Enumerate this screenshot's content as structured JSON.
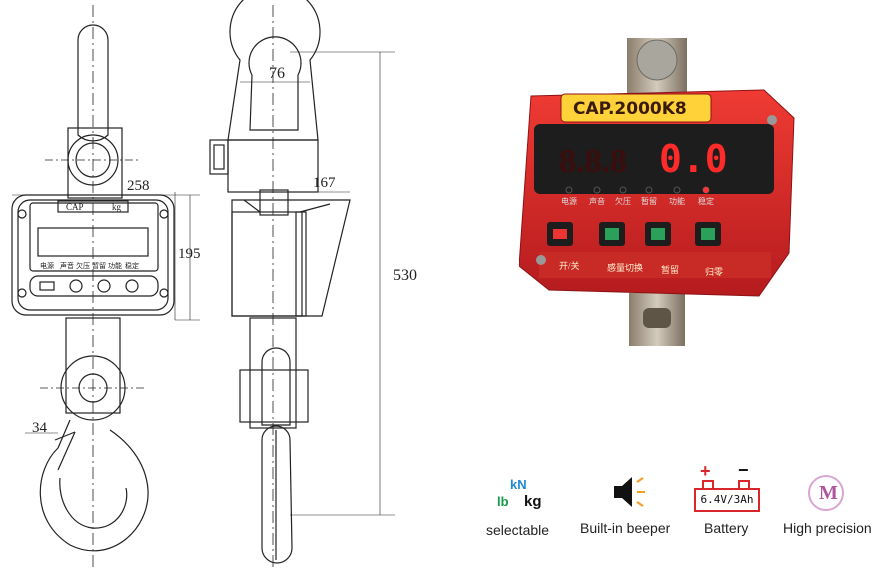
{
  "drawing": {
    "dim_top_width": "76",
    "dim_body_width": "258",
    "dim_side_depth": "167",
    "dim_body_height": "195",
    "dim_total_height": "530",
    "dim_hook_opening": "34",
    "front_panel_cap": "CAP",
    "front_panel_unit": "kg",
    "front_panel_labels": [
      "电源",
      "声音",
      "欠压",
      "暂留",
      "功能",
      "稳定"
    ]
  },
  "photo": {
    "brand_label": "CAP.2000K8",
    "display_value": "0.0",
    "indicators": [
      "电源",
      "声音",
      "欠压",
      "暂留",
      "功能",
      "稳定"
    ],
    "button_labels": [
      "开/关",
      "感量切换",
      "暂留",
      "归零"
    ]
  },
  "features": [
    {
      "icon": "units-icon",
      "lines": [
        "kN",
        "lb",
        "kg"
      ],
      "caption": "selectable"
    },
    {
      "icon": "speaker-icon",
      "caption": "Built-in beeper"
    },
    {
      "icon": "battery-icon",
      "battery_text": "6.4V/3Ah",
      "plus": "+",
      "minus": "−",
      "caption": "Battery"
    },
    {
      "icon": "precision-icon",
      "letter": "M",
      "caption": "High precision"
    }
  ],
  "colors": {
    "red": "#d8262a",
    "panel": "#e0322f",
    "display": "#111",
    "seg": "#ff2a2a",
    "green": "#1a9a4a",
    "cyan": "#1a8ad6",
    "battery": "#d8262a",
    "purple": "#b0559e"
  }
}
